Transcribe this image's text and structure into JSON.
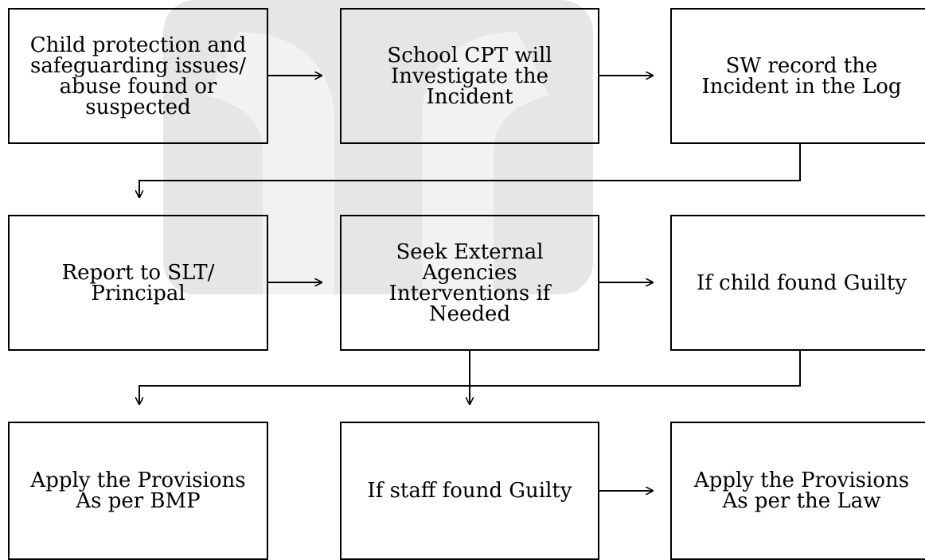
{
  "nodes": {
    "child_protection_issues": "Child protection and safeguarding issues/ abuse found or suspected",
    "school_cpt_investigate": "School CPT will Investigate the Incident",
    "sw_record_log": "SW record the Incident in the Log",
    "report_slt_principal": "Report to SLT/ Principal",
    "seek_external_agencies": "Seek External Agencies Interventions if Needed",
    "if_child_guilty": "If child found Guilty",
    "apply_provisions_bmp": "Apply the Provisions As per BMP",
    "if_staff_guilty": "If staff found Guilty",
    "apply_provisions_law": "Apply the Provisions As per the Law"
  },
  "colors": {
    "watermark": "#e6e6e6",
    "line": "#000000"
  }
}
